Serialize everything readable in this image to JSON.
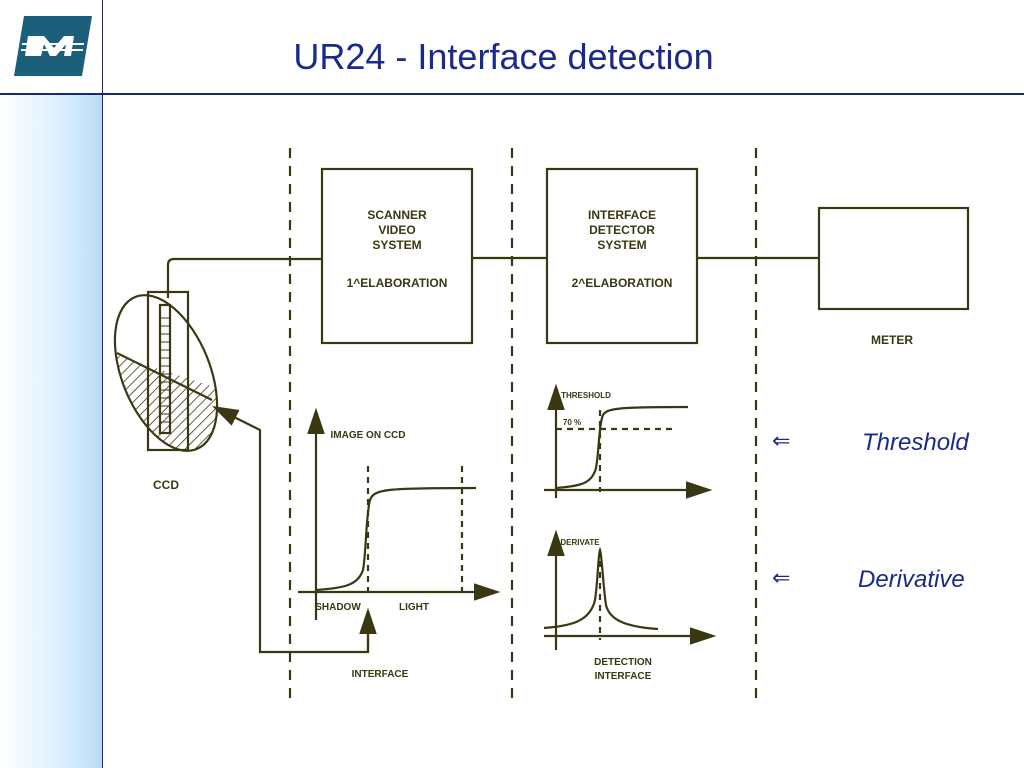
{
  "slide": {
    "title": "UR24 - Interface detection"
  },
  "diagram": {
    "scanner_box": {
      "lines": [
        "SCANNER",
        "VIDEO",
        "SYSTEM"
      ],
      "stage": "1^ELABORATION"
    },
    "detector_box": {
      "lines": [
        "INTERFACE",
        "DETECTOR",
        "SYSTEM"
      ],
      "stage": "2^ELABORATION"
    },
    "meter_label": "METER",
    "ccd_label": "CCD",
    "image_graph": {
      "ylabel": "IMAGE  ON  CCD",
      "shadow": "SHADOW",
      "light": "LIGHT",
      "interface": "INTERFACE"
    },
    "threshold_graph": {
      "ylabel": "THRESHOLD",
      "level": "70  %"
    },
    "derivate_graph": {
      "ylabel": "DERIVATE",
      "caption_line1": "DETECTION",
      "caption_line2": "INTERFACE"
    }
  },
  "legend": [
    {
      "arrow": "⇐",
      "text": "Threshold"
    },
    {
      "arrow": "⇐",
      "text": "Derivative"
    }
  ],
  "colors": {
    "accent": "#1a2a8a",
    "line": "#3a3812",
    "logo": "#1c5f7a"
  }
}
